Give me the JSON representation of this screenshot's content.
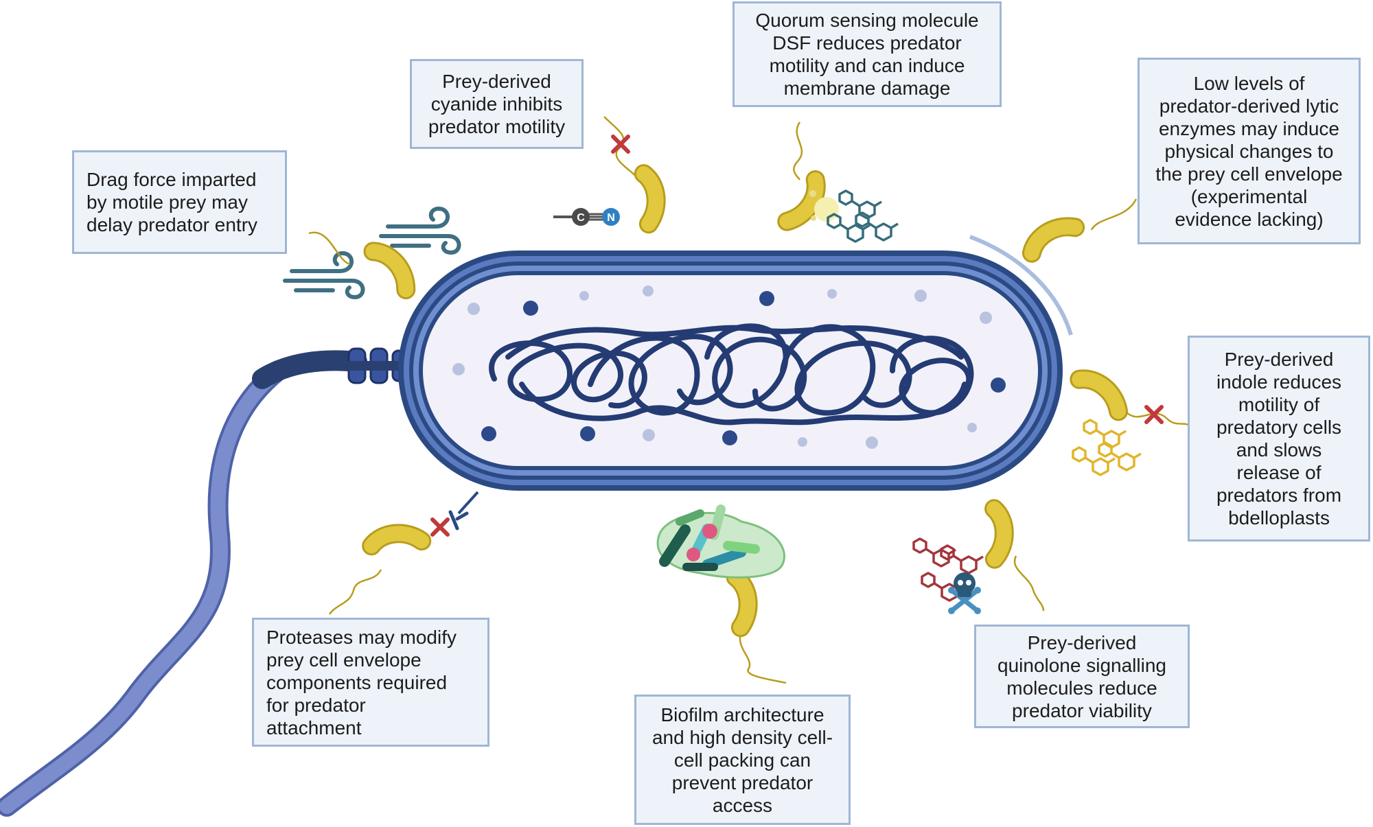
{
  "colors": {
    "cell_outer": "#2b4a84",
    "cell_membrane": "#5b7bc1",
    "cytoplasm": "#f2f1f9",
    "dna": "#243b73",
    "flagellum": "#6f82c4",
    "predator": "#d9c23a",
    "inhibit": "#c0393b",
    "box_fill": "#eef3f9",
    "box_border": "#9fb6d6"
  },
  "icons": [
    "wind-icon",
    "cyanide-molecule-icon",
    "dsf-molecule-icon",
    "indole-molecule-icon",
    "quinolone-molecule-icon",
    "skull-crossbones-icon",
    "biofilm-icon",
    "inhibition-cross-icon",
    "protease-icon"
  ],
  "molecule_labels": {
    "carbon": "C",
    "nitrogen": "N"
  },
  "labels": {
    "drag": "Drag force imparted\nby motile prey may\ndelay predator entry",
    "cyanide": "Prey-derived\ncyanide inhibits\npredator motility",
    "dsf": "Quorum sensing molecule\nDSF reduces predator\nmotility and can induce\nmembrane damage",
    "lytic": "Low levels of\npredator-derived lytic\nenzymes may induce\nphysical changes to\nthe prey cell envelope\n(experimental\nevidence lacking)",
    "indole": "Prey-derived\nindole reduces\nmotility of\npredatory cells\nand slows\nrelease of\npredators from\nbdelloplasts",
    "quinolone": "Prey-derived\nquinolone signalling\nmolecules reduce\npredator viability",
    "biofilm": "Biofilm architecture\nand high density cell-\ncell packing can\nprevent predator\naccess",
    "protease": "Proteases may modify\nprey cell envelope\ncomponents required\nfor predator\nattachment"
  }
}
